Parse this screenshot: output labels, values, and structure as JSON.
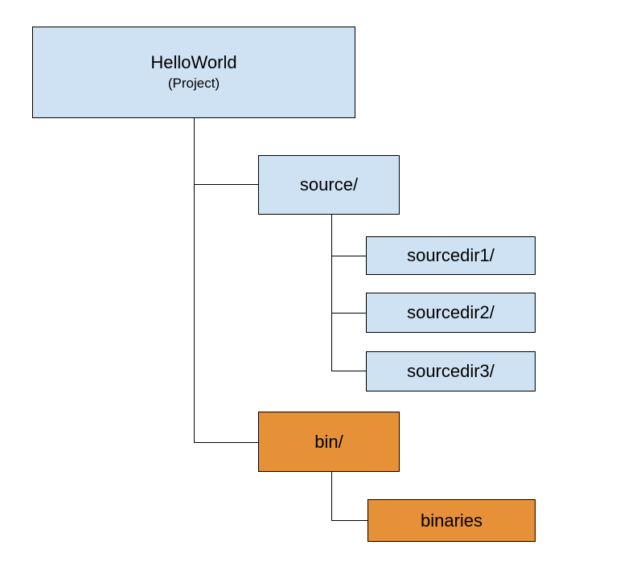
{
  "diagram": {
    "root": {
      "label": "HelloWorld",
      "sublabel": "(Project)"
    },
    "source": {
      "label": "source/"
    },
    "sourcedirs": [
      "sourcedir1/",
      "sourcedir2/",
      "sourcedir3/"
    ],
    "bin": {
      "label": "bin/"
    },
    "binaries": {
      "label": "binaries"
    }
  },
  "colors": {
    "folder_fill": "#cfe2f3",
    "binary_fill": "#e69138",
    "stroke": "#000000"
  }
}
